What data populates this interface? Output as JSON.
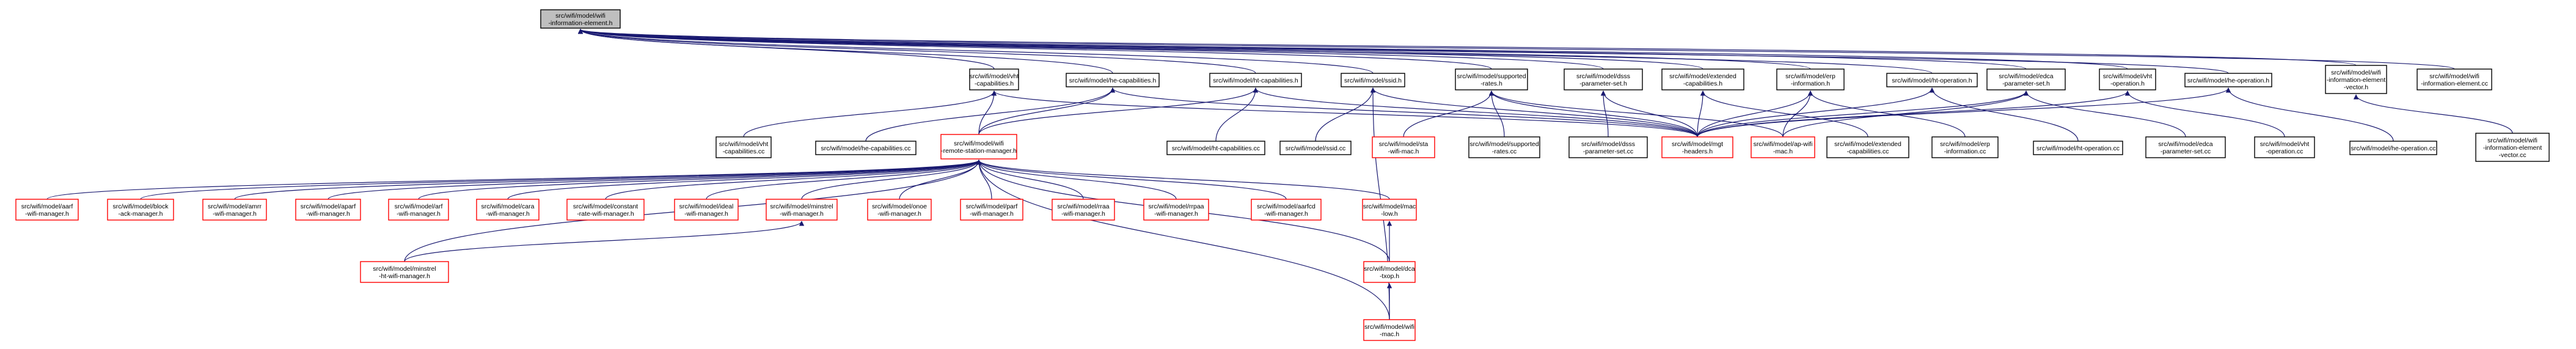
{
  "colors": {
    "edge": "#191970",
    "black_border": "#000000",
    "red_border": "#ff0000",
    "root_fill": "#bfbfbf"
  },
  "nodes": [
    {
      "id": "root",
      "lines": [
        "src/wifi/model/wifi",
        "-information-element.h"
      ],
      "border": "root"
    },
    {
      "id": "vht_cap_h",
      "lines": [
        "src/wifi/model/vht",
        "-capabilities.h"
      ],
      "border": "black"
    },
    {
      "id": "he_cap_h",
      "lines": [
        "src/wifi/model/he-capabilities.h"
      ],
      "border": "black"
    },
    {
      "id": "ht_cap_h",
      "lines": [
        "src/wifi/model/ht-capabilities.h"
      ],
      "border": "black"
    },
    {
      "id": "ssid_h",
      "lines": [
        "src/wifi/model/ssid.h"
      ],
      "border": "black"
    },
    {
      "id": "supp_rates_h",
      "lines": [
        "src/wifi/model/supported",
        "-rates.h"
      ],
      "border": "black"
    },
    {
      "id": "dsss_h",
      "lines": [
        "src/wifi/model/dsss",
        "-parameter-set.h"
      ],
      "border": "black"
    },
    {
      "id": "ext_cap_h",
      "lines": [
        "src/wifi/model/extended",
        "-capabilities.h"
      ],
      "border": "black"
    },
    {
      "id": "erp_h",
      "lines": [
        "src/wifi/model/erp",
        "-information.h"
      ],
      "border": "black"
    },
    {
      "id": "ht_op_h",
      "lines": [
        "src/wifi/model/ht-operation.h"
      ],
      "border": "black"
    },
    {
      "id": "edca_h",
      "lines": [
        "src/wifi/model/edca",
        "-parameter-set.h"
      ],
      "border": "black"
    },
    {
      "id": "vht_op_h",
      "lines": [
        "src/wifi/model/vht",
        "-operation.h"
      ],
      "border": "black"
    },
    {
      "id": "he_op_h",
      "lines": [
        "src/wifi/model/he-operation.h"
      ],
      "border": "black"
    },
    {
      "id": "ie_vector_h",
      "lines": [
        "src/wifi/model/wifi",
        "-information-element",
        "-vector.h"
      ],
      "border": "black"
    },
    {
      "id": "ie_cc",
      "lines": [
        "src/wifi/model/wifi",
        "-information-element.cc"
      ],
      "border": "black"
    },
    {
      "id": "vht_cap_cc",
      "lines": [
        "src/wifi/model/vht",
        "-capabilities.cc"
      ],
      "border": "black"
    },
    {
      "id": "he_cap_cc",
      "lines": [
        "src/wifi/model/he-capabilities.cc"
      ],
      "border": "black"
    },
    {
      "id": "rsm_h",
      "lines": [
        "src/wifi/model/wifi",
        "-remote-station-manager.h"
      ],
      "border": "red"
    },
    {
      "id": "ht_cap_cc",
      "lines": [
        "src/wifi/model/ht-capabilities.cc"
      ],
      "border": "black"
    },
    {
      "id": "ssid_cc",
      "lines": [
        "src/wifi/model/ssid.cc"
      ],
      "border": "black"
    },
    {
      "id": "sta_mac_h",
      "lines": [
        "src/wifi/model/sta",
        "-wifi-mac.h"
      ],
      "border": "red"
    },
    {
      "id": "supp_rates_cc",
      "lines": [
        "src/wifi/model/supported",
        "-rates.cc"
      ],
      "border": "black"
    },
    {
      "id": "dsss_cc",
      "lines": [
        "src/wifi/model/dsss",
        "-parameter-set.cc"
      ],
      "border": "black"
    },
    {
      "id": "mgt_h",
      "lines": [
        "src/wifi/model/mgt",
        "-headers.h"
      ],
      "border": "red"
    },
    {
      "id": "ap_mac_h",
      "lines": [
        "src/wifi/model/ap-wifi",
        "-mac.h"
      ],
      "border": "red"
    },
    {
      "id": "ext_cap_cc",
      "lines": [
        "src/wifi/model/extended",
        "-capabilities.cc"
      ],
      "border": "black"
    },
    {
      "id": "erp_cc",
      "lines": [
        "src/wifi/model/erp",
        "-information.cc"
      ],
      "border": "black"
    },
    {
      "id": "ht_op_cc",
      "lines": [
        "src/wifi/model/ht-operation.cc"
      ],
      "border": "black"
    },
    {
      "id": "edca_cc",
      "lines": [
        "src/wifi/model/edca",
        "-parameter-set.cc"
      ],
      "border": "black"
    },
    {
      "id": "vht_op_cc",
      "lines": [
        "src/wifi/model/vht",
        "-operation.cc"
      ],
      "border": "black"
    },
    {
      "id": "he_op_cc",
      "lines": [
        "src/wifi/model/he-operation.cc"
      ],
      "border": "black"
    },
    {
      "id": "ie_vector_cc",
      "lines": [
        "src/wifi/model/wifi",
        "-information-element",
        "-vector.cc"
      ],
      "border": "black"
    },
    {
      "id": "aarf_h",
      "lines": [
        "src/wifi/model/aarf",
        "-wifi-manager.h"
      ],
      "border": "red"
    },
    {
      "id": "block_ack_h",
      "lines": [
        "src/wifi/model/block",
        "-ack-manager.h"
      ],
      "border": "red"
    },
    {
      "id": "amrr_h",
      "lines": [
        "src/wifi/model/amrr",
        "-wifi-manager.h"
      ],
      "border": "red"
    },
    {
      "id": "aparf_h",
      "lines": [
        "src/wifi/model/aparf",
        "-wifi-manager.h"
      ],
      "border": "red"
    },
    {
      "id": "arf_h",
      "lines": [
        "src/wifi/model/arf",
        "-wifi-manager.h"
      ],
      "border": "red"
    },
    {
      "id": "cara_h",
      "lines": [
        "src/wifi/model/cara",
        "-wifi-manager.h"
      ],
      "border": "red"
    },
    {
      "id": "constant_h",
      "lines": [
        "src/wifi/model/constant",
        "-rate-wifi-manager.h"
      ],
      "border": "red"
    },
    {
      "id": "ideal_h",
      "lines": [
        "src/wifi/model/ideal",
        "-wifi-manager.h"
      ],
      "border": "red"
    },
    {
      "id": "minstrel_h",
      "lines": [
        "src/wifi/model/minstrel",
        "-wifi-manager.h"
      ],
      "border": "red"
    },
    {
      "id": "onoe_h",
      "lines": [
        "src/wifi/model/onoe",
        "-wifi-manager.h"
      ],
      "border": "red"
    },
    {
      "id": "parf_h",
      "lines": [
        "src/wifi/model/parf",
        "-wifi-manager.h"
      ],
      "border": "red"
    },
    {
      "id": "rraa_h",
      "lines": [
        "src/wifi/model/rraa",
        "-wifi-manager.h"
      ],
      "border": "red"
    },
    {
      "id": "rrpaa_h",
      "lines": [
        "src/wifi/model/rrpaa",
        "-wifi-manager.h"
      ],
      "border": "red"
    },
    {
      "id": "aarfcd_h",
      "lines": [
        "src/wifi/model/aarfcd",
        "-wifi-manager.h"
      ],
      "border": "red"
    },
    {
      "id": "mac_low_h",
      "lines": [
        "src/wifi/model/mac",
        "-low.h"
      ],
      "border": "red"
    },
    {
      "id": "minstrel_ht_h",
      "lines": [
        "src/wifi/model/minstrel",
        "-ht-wifi-manager.h"
      ],
      "border": "red"
    },
    {
      "id": "dca_h",
      "lines": [
        "src/wifi/model/dca",
        "-txop.h"
      ],
      "border": "red"
    },
    {
      "id": "wifi_mac_h",
      "lines": [
        "src/wifi/model/wifi",
        "-mac.h"
      ],
      "border": "red"
    }
  ],
  "edges": [
    [
      "vht_cap_h",
      "root"
    ],
    [
      "he_cap_h",
      "root"
    ],
    [
      "ht_cap_h",
      "root"
    ],
    [
      "ssid_h",
      "root"
    ],
    [
      "supp_rates_h",
      "root"
    ],
    [
      "dsss_h",
      "root"
    ],
    [
      "ext_cap_h",
      "root"
    ],
    [
      "erp_h",
      "root"
    ],
    [
      "ht_op_h",
      "root"
    ],
    [
      "edca_h",
      "root"
    ],
    [
      "vht_op_h",
      "root"
    ],
    [
      "he_op_h",
      "root"
    ],
    [
      "ie_vector_h",
      "root"
    ],
    [
      "ie_cc",
      "root"
    ],
    [
      "vht_cap_cc",
      "vht_cap_h"
    ],
    [
      "rsm_h",
      "vht_cap_h"
    ],
    [
      "mgt_h",
      "vht_cap_h"
    ],
    [
      "he_cap_cc",
      "he_cap_h"
    ],
    [
      "rsm_h",
      "he_cap_h"
    ],
    [
      "mgt_h",
      "he_cap_h"
    ],
    [
      "ht_cap_cc",
      "ht_cap_h"
    ],
    [
      "rsm_h",
      "ht_cap_h"
    ],
    [
      "mgt_h",
      "ht_cap_h"
    ],
    [
      "ssid_cc",
      "ssid_h"
    ],
    [
      "mgt_h",
      "ssid_h"
    ],
    [
      "wifi_mac_h",
      "ssid_h"
    ],
    [
      "sta_mac_h",
      "supp_rates_h"
    ],
    [
      "supp_rates_cc",
      "supp_rates_h"
    ],
    [
      "mgt_h",
      "supp_rates_h"
    ],
    [
      "ap_mac_h",
      "supp_rates_h"
    ],
    [
      "dsss_cc",
      "dsss_h"
    ],
    [
      "mgt_h",
      "dsss_h"
    ],
    [
      "ext_cap_cc",
      "ext_cap_h"
    ],
    [
      "mgt_h",
      "ext_cap_h"
    ],
    [
      "erp_cc",
      "erp_h"
    ],
    [
      "mgt_h",
      "erp_h"
    ],
    [
      "ap_mac_h",
      "erp_h"
    ],
    [
      "ht_op_cc",
      "ht_op_h"
    ],
    [
      "mgt_h",
      "ht_op_h"
    ],
    [
      "edca_cc",
      "edca_h"
    ],
    [
      "mgt_h",
      "edca_h"
    ],
    [
      "ap_mac_h",
      "edca_h"
    ],
    [
      "vht_op_cc",
      "vht_op_h"
    ],
    [
      "mgt_h",
      "vht_op_h"
    ],
    [
      "he_op_cc",
      "he_op_h"
    ],
    [
      "mgt_h",
      "he_op_h"
    ],
    [
      "ie_vector_cc",
      "ie_vector_h"
    ],
    [
      "aarf_h",
      "rsm_h"
    ],
    [
      "block_ack_h",
      "rsm_h"
    ],
    [
      "amrr_h",
      "rsm_h"
    ],
    [
      "aparf_h",
      "rsm_h"
    ],
    [
      "arf_h",
      "rsm_h"
    ],
    [
      "cara_h",
      "rsm_h"
    ],
    [
      "constant_h",
      "rsm_h"
    ],
    [
      "ideal_h",
      "rsm_h"
    ],
    [
      "minstrel_h",
      "rsm_h"
    ],
    [
      "onoe_h",
      "rsm_h"
    ],
    [
      "parf_h",
      "rsm_h"
    ],
    [
      "rraa_h",
      "rsm_h"
    ],
    [
      "rrpaa_h",
      "rsm_h"
    ],
    [
      "aarfcd_h",
      "rsm_h"
    ],
    [
      "mac_low_h",
      "rsm_h"
    ],
    [
      "minstrel_ht_h",
      "rsm_h"
    ],
    [
      "dca_h",
      "rsm_h"
    ],
    [
      "wifi_mac_h",
      "rsm_h"
    ],
    [
      "minstrel_ht_h",
      "minstrel_h"
    ],
    [
      "dca_h",
      "mac_low_h"
    ],
    [
      "wifi_mac_h",
      "dca_h"
    ]
  ]
}
